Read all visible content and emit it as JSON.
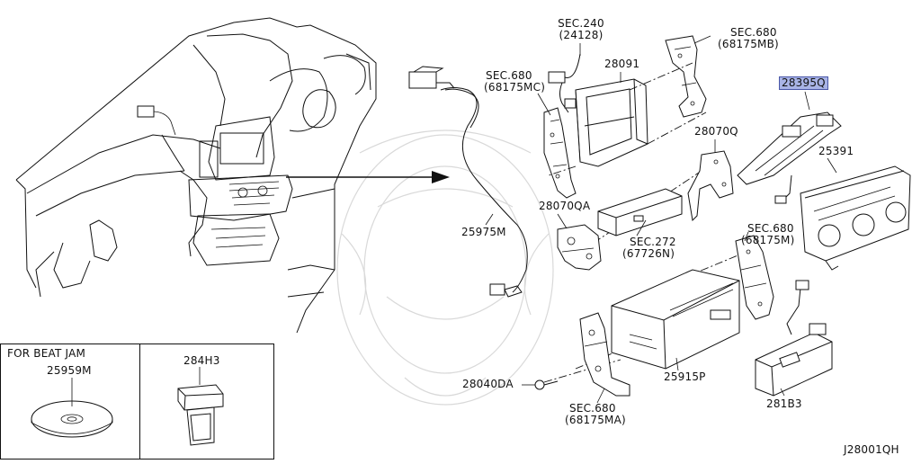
{
  "diagram_id": "J28001QH",
  "inset_left": {
    "title": "FOR BEAT JAM",
    "part": "25959M"
  },
  "inset_right": {
    "part": "284H3"
  },
  "labels": {
    "sec240": "SEC.240",
    "sec240_sub": "(24128)",
    "sec680_mb": "SEC.680",
    "sec680_mb_sub": "(68175MB)",
    "sec680_mc": "SEC.680",
    "sec680_mc_sub": "(68175MC)",
    "p28091": "28091",
    "p28395q": "28395Q",
    "p28070q": "28070Q",
    "p25391": "25391",
    "p28070qa": "28070QA",
    "p25975m": "25975M",
    "sec272": "SEC.272",
    "sec272_sub": "(67726N)",
    "sec680_m": "SEC.680",
    "sec680_m_sub": "(68175M)",
    "p28040da": "28040DA",
    "p25915p": "25915P",
    "sec680_ma": "SEC.680",
    "sec680_ma_sub": "(68175MA)",
    "p281b3": "281B3"
  },
  "highlight_color": "#a9b4e6"
}
